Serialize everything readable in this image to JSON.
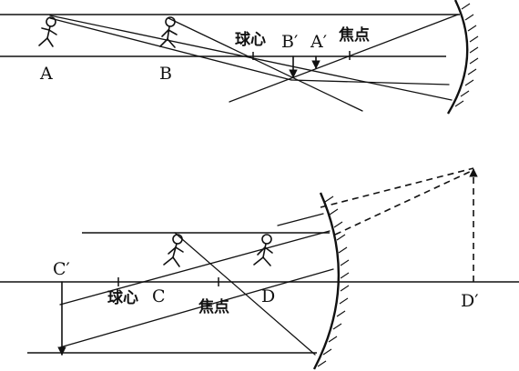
{
  "top": {
    "label_A": "A",
    "label_B": "B",
    "label_center": "球心",
    "label_B_image": "B′",
    "label_A_image": "A′",
    "label_focus": "焦点"
  },
  "bottom": {
    "label_C_image": "C′",
    "label_center": "球心",
    "label_C": "C",
    "label_focus": "焦点",
    "label_D": "D",
    "label_D_image": "D′"
  }
}
